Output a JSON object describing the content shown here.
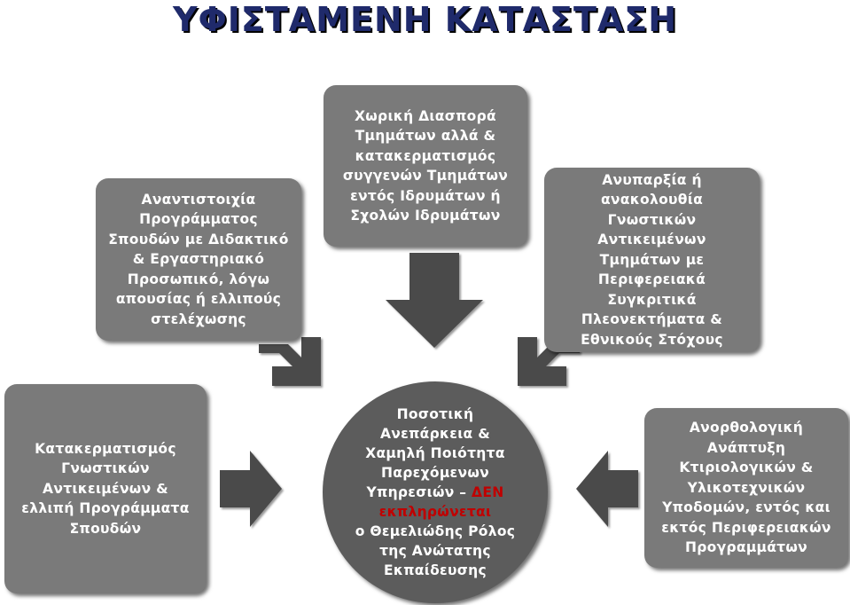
{
  "title": "ΥΦΙΣΤΑΜΕΝΗ ΚΑΤΑΣΤΑΣΗ",
  "boxes": {
    "top_center": "Χωρική Διασπορά\nΤμημάτων αλλά &\nκατακερματισμός\nσυγγενών Τμημάτων\nεντός Ιδρυμάτων ή\nΣχολών Ιδρυμάτων",
    "top_left": "Αναντιστοιχία\nΠρογράμματος\nΣπουδών με Διδακτικό\n& Εργαστηριακό\nΠροσωπικό, λόγω\nαπουσίας ή ελλιπούς\nστελέχωσης",
    "top_right": "Ανυπαρξία ή\nανακολουθία\nΓνωστικών\nΑντικειμένων\nΤμημάτων με\nΠεριφερειακά\nΣυγκριτικά\nΠλεονεκτήματα &\nΕθνικούς Στόχους",
    "middle_left": "Κατακερματισμός\nΓνωστικών\nΑντικειμένων &\nελλιπή Προγράμματα\nΣπουδών",
    "middle_right": "Ανορθολογική\nΑνάπτυξη\nΚτιριολογικών &\nΥλικοτεχνικών\nΥποδομών, εντός και\nεκτός Περιφερειακών\nΠρογραμμάτων"
  },
  "center": {
    "line1": "Ποσοτική",
    "line2": "Ανεπάρκεια &",
    "line3": "Χαμηλή Ποιότητα",
    "line4": "Παρεχόμενων",
    "line5": "Υπηρεσιών –",
    "highlight1": "ΔΕΝ",
    "highlight2": "εκπληρώνεται",
    "line6": "ο Θεμελιώδης Ρόλος",
    "line7": "της Ανώτατης",
    "line8": "Εκπαίδευσης"
  },
  "colors": {
    "box": "#7a7a7a",
    "circle": "#5c5c5c",
    "arrow": "#4a4a4a",
    "title": "#1f2a6b",
    "highlight": "#c00000"
  }
}
